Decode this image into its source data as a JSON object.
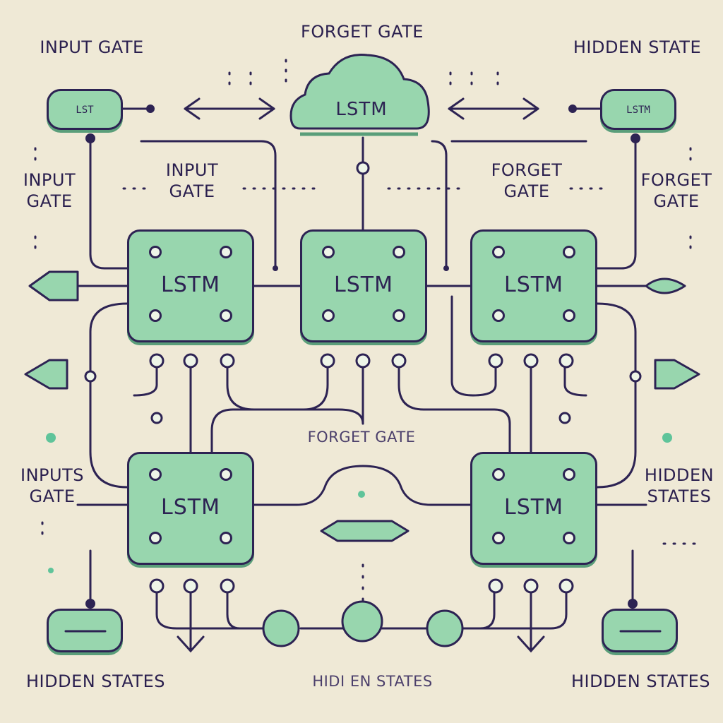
{
  "labels": {
    "input_gate_top": "INPUT GATE",
    "forget_gate_top": "FORGET GATE",
    "hidden_state_top": "HIDDEN STATE",
    "input_gate_left": "INPUT\nGATE",
    "input_gate_inner": "INPUT\nGATE",
    "forget_gate_inner": "FORGET\nGATE",
    "forget_gate_right": "FORGET\nGATE",
    "forget_gate_middle": "FORGET GATE",
    "inputs_gate_left": "INPUTS\nGATE",
    "hidden_states_right": "HIDDEN\nSTATES",
    "hidden_states_bottom_left": "HIDDEN STATES",
    "hidden_states_bottom_center": "HIDI EN STATES",
    "hidden_states_bottom_right": "HIDDEN STATES"
  },
  "cells": {
    "top_left": "LSTM",
    "top_center": "LSTM",
    "top_right": "LSTM",
    "bottom_left": "LSTM",
    "bottom_right": "LSTM"
  },
  "cloud": {
    "label": "LSTM"
  },
  "pills": {
    "top_left": "LST",
    "top_right": "LSTM"
  },
  "colors": {
    "background": "#efe9d6",
    "cell_fill": "#98d6ae",
    "stroke": "#2d2353",
    "shadow": "#5a9e7a"
  }
}
